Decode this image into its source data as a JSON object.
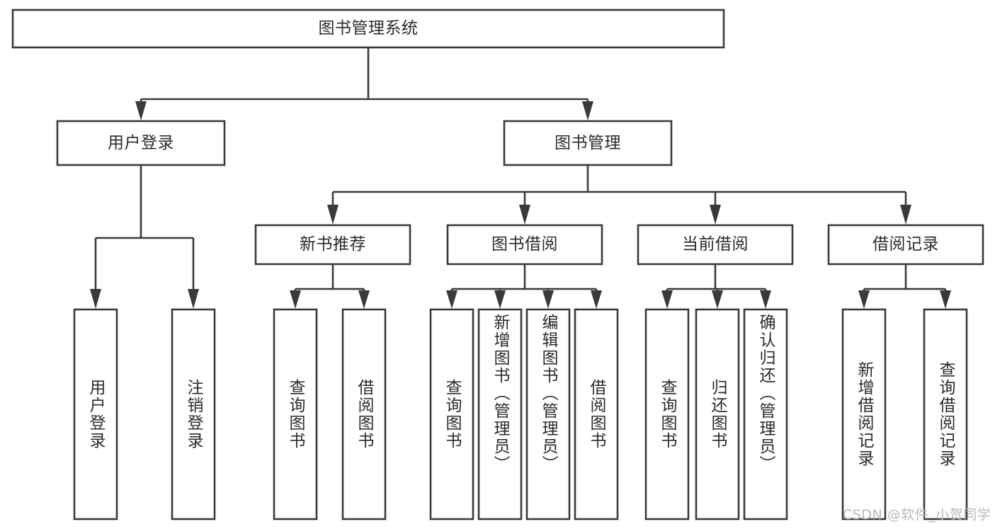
{
  "diagram": {
    "type": "tree-hierarchy",
    "title": "图书管理系统",
    "watermark": "CSDN @软件_小贺同学",
    "colors": {
      "stroke": "#3a3a3a",
      "fill": "#ffffff",
      "text": "#2b2b2b",
      "watermark": "#b9b9b9",
      "background": "#ffffff"
    },
    "nodes": {
      "root": {
        "label": "图书管理系统",
        "orientation": "horizontal"
      },
      "level2": [
        {
          "label": "用户登录",
          "orientation": "horizontal"
        },
        {
          "label": "图书管理",
          "orientation": "horizontal"
        }
      ],
      "level3": [
        {
          "label": "新书推荐",
          "orientation": "horizontal"
        },
        {
          "label": "图书借阅",
          "orientation": "horizontal"
        },
        {
          "label": "当前借阅",
          "orientation": "horizontal"
        },
        {
          "label": "借阅记录",
          "orientation": "horizontal"
        }
      ],
      "leaves": [
        {
          "label": "用户登录",
          "orientation": "vertical",
          "parent": "用户登录"
        },
        {
          "label": "注销登录",
          "orientation": "vertical",
          "parent": "用户登录"
        },
        {
          "label": "查询图书",
          "orientation": "vertical",
          "parent": "新书推荐"
        },
        {
          "label": "借阅图书",
          "orientation": "vertical",
          "parent": "新书推荐"
        },
        {
          "label": "查询图书",
          "orientation": "vertical",
          "parent": "图书借阅"
        },
        {
          "label": "新增图书（管理员）",
          "orientation": "vertical",
          "parent": "图书借阅"
        },
        {
          "label": "编辑图书（管理员）",
          "orientation": "vertical",
          "parent": "图书借阅"
        },
        {
          "label": "借阅图书",
          "orientation": "vertical",
          "parent": "图书借阅"
        },
        {
          "label": "查询图书",
          "orientation": "vertical",
          "parent": "当前借阅"
        },
        {
          "label": "归还图书",
          "orientation": "vertical",
          "parent": "当前借阅"
        },
        {
          "label": "确认归还（管理员）",
          "orientation": "vertical",
          "parent": "当前借阅"
        },
        {
          "label": "新增借阅记录",
          "orientation": "vertical",
          "parent": "借阅记录"
        },
        {
          "label": "查询借阅记录",
          "orientation": "vertical",
          "parent": "借阅记录"
        }
      ]
    }
  }
}
